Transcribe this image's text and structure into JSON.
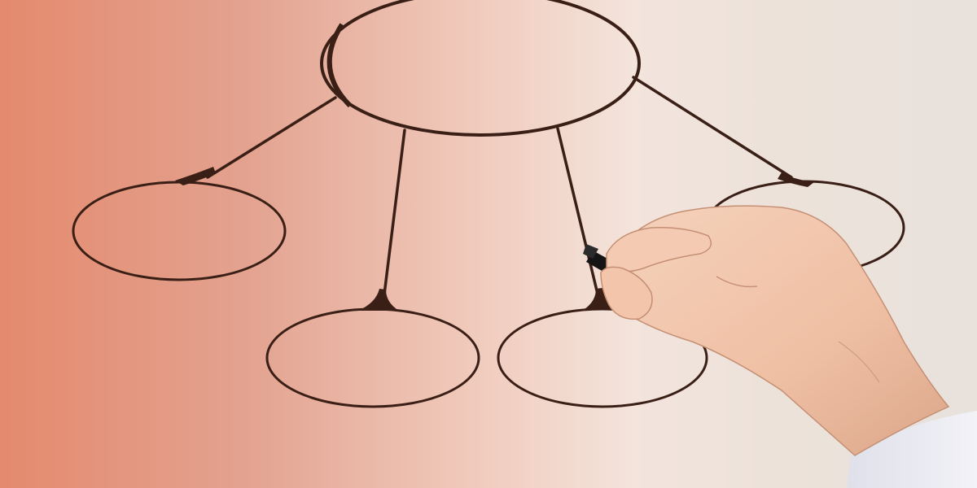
{
  "scene": {
    "description_name": "hand-drawing-hierarchy-diagram",
    "colors": {
      "background_left": "#e48a6e",
      "background_mid": "#f1cdbf",
      "background_right": "#e8e1dc",
      "ink": "#3a1f16",
      "skin": "#f3c7ad",
      "skin_shadow": "#d9a48a",
      "sleeve": "#eaeaf2",
      "pen": "#151515"
    },
    "diagram": {
      "nodes": [
        {
          "name": "root"
        },
        {
          "name": "child-left"
        },
        {
          "name": "child-center-left"
        },
        {
          "name": "child-center-right"
        },
        {
          "name": "child-right"
        }
      ],
      "labels": [
        "",
        "",
        "",
        "",
        ""
      ]
    }
  }
}
